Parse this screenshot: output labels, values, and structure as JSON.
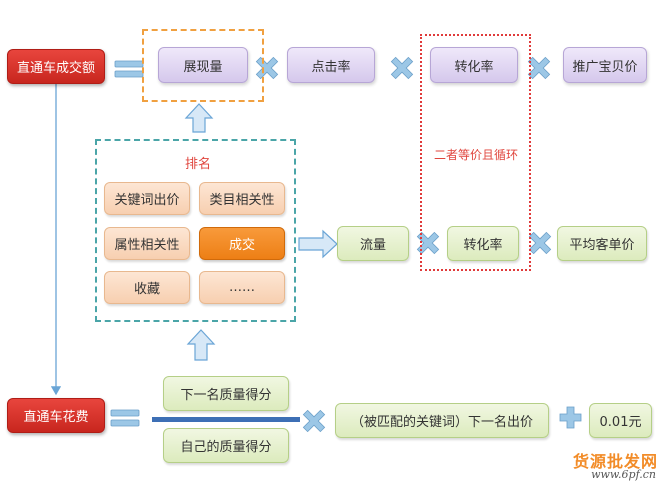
{
  "colors": {
    "red_box": "#d6342c",
    "purple_box": "#e3d9f3",
    "peach_box": "#fadbc3",
    "orange_box": "#f28c28",
    "green_box": "#e6f0cf",
    "symbol_blue": "#9cc7e6",
    "teal_dashed": "#4aa5a8",
    "orange_dashed": "#f0a040",
    "red_dotted": "#e03a3a",
    "watermark_orange": "#f28c28"
  },
  "nodes": {
    "deal_amount": "直通车成交额",
    "impressions": "展现量",
    "ctr": "点击率",
    "conversion_rate_top": "转化率",
    "item_count": "推广宝贝价",
    "ranking_title": "排名",
    "keyword_bid": "关键词出价",
    "category_relevance": "类目相关性",
    "attribute_relevance": "属性相关性",
    "transaction": "成交",
    "favorites": "收藏",
    "ellipsis": "……",
    "traffic": "流量",
    "conversion_rate_mid": "转化率",
    "avg_order_price": "平均客单价",
    "equal_loop_note": "二者等价且循环",
    "cost": "直通车花费",
    "next_quality_score": "下一名质量得分",
    "own_quality_score": "自己的质量得分",
    "next_bid": "（被匹配的关键词）下一名出价",
    "one_cent": "0.01元"
  },
  "watermark": {
    "name": "货源批发网",
    "url": "www.6pf.cn"
  }
}
